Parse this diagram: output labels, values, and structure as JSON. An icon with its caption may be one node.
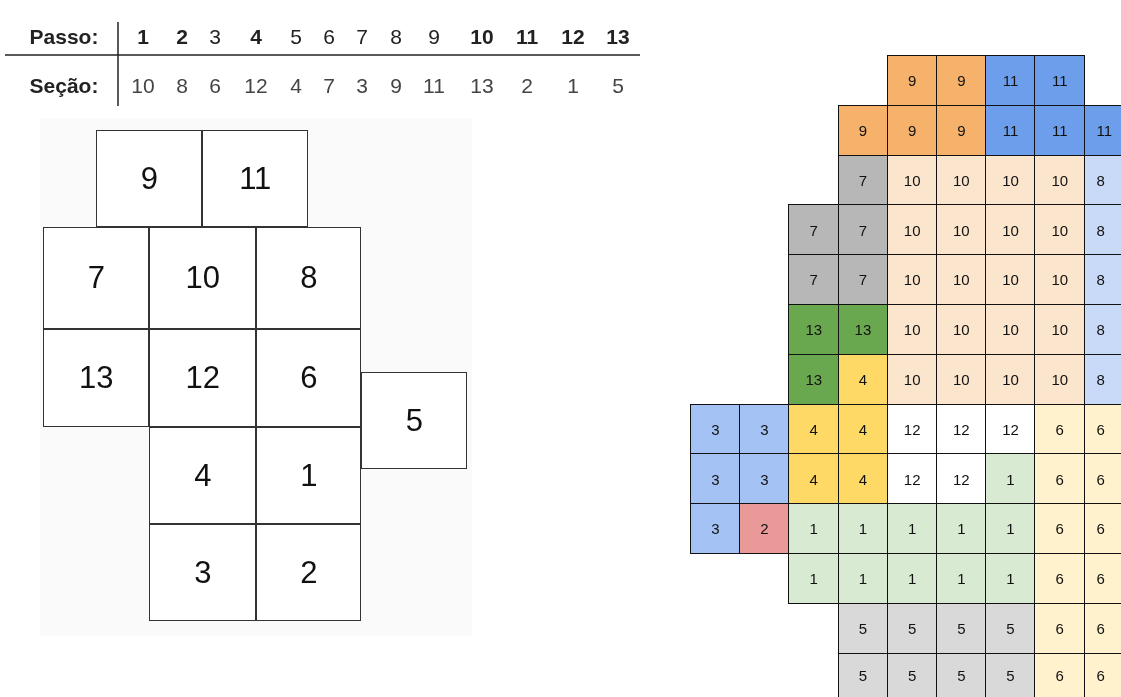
{
  "diagram": {
    "nodes": [
      {
        "text": [
          "9"
        ]
      },
      {
        "text": [
          "11"
        ]
      },
      {
        "text": [
          "7"
        ]
      },
      {
        "text": [
          "10"
        ]
      },
      {
        "text": [
          "8"
        ]
      },
      {
        "text": [
          "13"
        ]
      },
      {
        "text": [
          "12"
        ]
      },
      {
        "text": [
          "6"
        ]
      },
      {
        "text": [
          "5"
        ]
      },
      {
        "text": [
          "4"
        ]
      },
      {
        "text": [
          "1"
        ]
      },
      {
        "text": [
          "3"
        ]
      },
      {
        "text": [
          "2"
        ]
      },
      {
        "text": [
          "9"
        ]
      },
      {
        "text": [
          "9"
        ]
      },
      {
        "text": [
          "11"
        ]
      },
      {
        "text": [
          "11"
        ]
      },
      {
        "text": [
          "9"
        ]
      },
      {
        "text": [
          "9"
        ]
      },
      {
        "text": [
          "9"
        ]
      },
      {
        "text": [
          "11"
        ]
      },
      {
        "text": [
          "11"
        ]
      },
      {
        "text": [
          "11"
        ]
      },
      {
        "text": [
          "7"
        ]
      },
      {
        "text": [
          "10"
        ]
      },
      {
        "text": [
          "10"
        ]
      },
      {
        "text": [
          "10"
        ]
      },
      {
        "text": [
          "10"
        ]
      },
      {
        "text": [
          "8"
        ]
      },
      {
        "text": [
          "7"
        ]
      },
      {
        "text": [
          "7"
        ]
      },
      {
        "text": [
          "10"
        ]
      },
      {
        "text": [
          "10"
        ]
      },
      {
        "text": [
          "10"
        ]
      },
      {
        "text": [
          "10"
        ]
      },
      {
        "text": [
          "8"
        ]
      },
      {
        "text": [
          "7"
        ]
      },
      {
        "text": [
          "7"
        ]
      },
      {
        "text": [
          "10"
        ]
      },
      {
        "text": [
          "10"
        ]
      },
      {
        "text": [
          "10"
        ]
      },
      {
        "text": [
          "10"
        ]
      },
      {
        "text": [
          "8"
        ]
      },
      {
        "text": [
          "13"
        ]
      },
      {
        "text": [
          "13"
        ]
      },
      {
        "text": [
          "10"
        ]
      },
      {
        "text": [
          "10"
        ]
      },
      {
        "text": [
          "10"
        ]
      },
      {
        "text": [
          "10"
        ]
      },
      {
        "text": [
          "8"
        ]
      },
      {
        "text": [
          "13"
        ]
      },
      {
        "text": [
          "4"
        ]
      },
      {
        "text": [
          "10"
        ]
      },
      {
        "text": [
          "10"
        ]
      },
      {
        "text": [
          "10"
        ]
      },
      {
        "text": [
          "10"
        ]
      },
      {
        "text": [
          "8"
        ]
      },
      {
        "text": [
          "3"
        ]
      },
      {
        "text": [
          "3"
        ]
      },
      {
        "text": [
          "4"
        ]
      },
      {
        "text": [
          "4"
        ]
      },
      {
        "text": [
          "12"
        ]
      },
      {
        "text": [
          "12"
        ]
      },
      {
        "text": [
          "12"
        ]
      },
      {
        "text": [
          "6"
        ]
      },
      {
        "text": [
          "6"
        ]
      },
      {
        "text": [
          "3"
        ]
      },
      {
        "text": [
          "3"
        ]
      },
      {
        "text": [
          "4"
        ]
      },
      {
        "text": [
          "4"
        ]
      },
      {
        "text": [
          "12"
        ]
      },
      {
        "text": [
          "12"
        ]
      },
      {
        "text": [
          "1"
        ]
      },
      {
        "text": [
          "6"
        ]
      },
      {
        "text": [
          "6"
        ]
      },
      {
        "text": [
          "3"
        ]
      },
      {
        "text": [
          "2"
        ]
      },
      {
        "text": [
          "1"
        ]
      },
      {
        "text": [
          "1"
        ]
      },
      {
        "text": [
          "1"
        ]
      },
      {
        "text": [
          "1"
        ]
      },
      {
        "text": [
          "1"
        ]
      },
      {
        "text": [
          "6"
        ]
      },
      {
        "text": [
          "6"
        ]
      },
      {
        "text": [
          "1"
        ]
      },
      {
        "text": [
          "1"
        ]
      },
      {
        "text": [
          "1"
        ]
      },
      {
        "text": [
          "1"
        ]
      },
      {
        "text": [
          "1"
        ]
      },
      {
        "text": [
          "6"
        ]
      },
      {
        "text": [
          "6"
        ]
      },
      {
        "text": [
          "5"
        ]
      },
      {
        "text": [
          "5"
        ]
      },
      {
        "text": [
          "5"
        ]
      },
      {
        "text": [
          "5"
        ]
      },
      {
        "text": [
          "6"
        ]
      },
      {
        "text": [
          "6"
        ]
      },
      {
        "text": [
          "5"
        ]
      },
      {
        "text": [
          "5"
        ]
      },
      {
        "text": [
          "5"
        ]
      },
      {
        "text": [
          "5"
        ]
      },
      {
        "text": [
          "6"
        ]
      },
      {
        "text": [
          "6"
        ]
      }
    ],
    "labels": [
      "Passo:",
      "1",
      "2",
      "3",
      "4",
      "5",
      "6",
      "7",
      "8",
      "9",
      "10",
      "11",
      "12",
      "13",
      "Seção:",
      "10",
      "8",
      "6",
      "12",
      "4",
      "7",
      "3",
      "9",
      "11",
      "13",
      "2",
      "1",
      "5"
    ]
  }
}
